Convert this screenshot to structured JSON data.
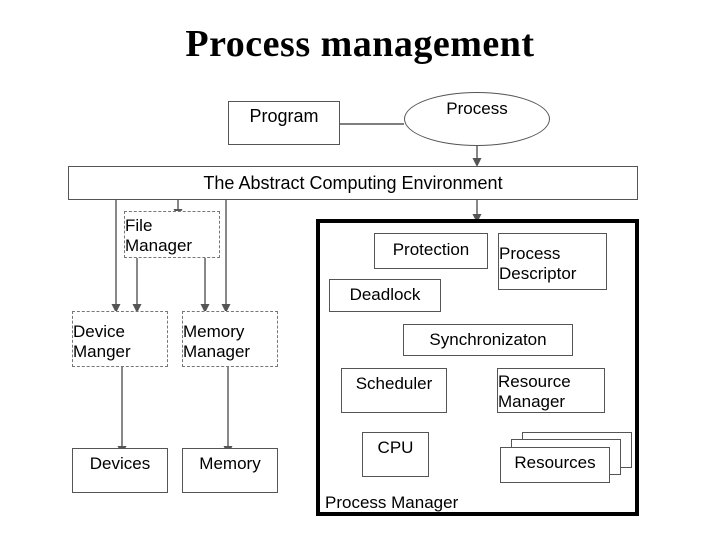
{
  "slide": {
    "title": "Process management",
    "background": "#ffffff",
    "line_color": "#555555",
    "panel_border_color": "#000000"
  },
  "nodes": {
    "program": {
      "label": "Program",
      "shape": "rectangle",
      "border": "solid"
    },
    "process": {
      "label": "Process",
      "shape": "ellipse",
      "border": "solid"
    },
    "abstract_computing_environment": {
      "label": "The Abstract Computing Environment",
      "shape": "rectangle",
      "border": "solid"
    },
    "file_manager": {
      "label": "File\nManager",
      "line1": "File",
      "line2": "Manager",
      "shape": "rectangle",
      "border": "dash-dot"
    },
    "device_manager": {
      "label": "Device\nManger",
      "line1": "Device",
      "line2": "Manger",
      "shape": "rectangle",
      "border": "dash-dot"
    },
    "memory_manager": {
      "label": "Memory\nManager",
      "line1": "Memory",
      "line2": "Manager",
      "shape": "rectangle",
      "border": "dash-dot"
    },
    "devices": {
      "label": "Devices",
      "shape": "rectangle",
      "border": "solid"
    },
    "memory": {
      "label": "Memory",
      "shape": "rectangle",
      "border": "solid"
    },
    "protection": {
      "label": "Protection",
      "shape": "rectangle",
      "border": "solid"
    },
    "process_descriptor": {
      "label": "Process\nDescriptor",
      "line1": "Process",
      "line2": "Descriptor",
      "shape": "rectangle",
      "border": "solid"
    },
    "deadlock": {
      "label": "Deadlock",
      "shape": "rectangle",
      "border": "solid"
    },
    "synchronization": {
      "label": "Synchronizaton",
      "shape": "rectangle",
      "border": "solid"
    },
    "scheduler": {
      "label": "Scheduler",
      "shape": "rectangle",
      "border": "solid"
    },
    "cpu": {
      "label": "CPU",
      "shape": "rectangle",
      "border": "solid"
    },
    "resource_manager": {
      "label": "Resource\nManager",
      "line1": "Resource",
      "line2": "Manager",
      "shape": "rectangle",
      "border": "solid"
    },
    "resources": {
      "label": "Resources",
      "shape": "stacked-rectangle",
      "border": "solid",
      "stack_count": 3
    },
    "process_manager_panel": {
      "label": "Process Manager",
      "shape": "rectangle",
      "border": "thick-solid"
    }
  },
  "edges": [
    {
      "from": "program",
      "to": "process",
      "arrow": false
    },
    {
      "from": "process",
      "to": "abstract_computing_environment",
      "arrow": true
    },
    {
      "from": "abstract_computing_environment",
      "to": "file_manager",
      "arrow": true
    },
    {
      "from": "abstract_computing_environment",
      "to": "device_manager",
      "arrow": true
    },
    {
      "from": "abstract_computing_environment",
      "to": "memory_manager",
      "arrow": true
    },
    {
      "from": "file_manager",
      "to": "device_manager",
      "arrow": true
    },
    {
      "from": "file_manager",
      "to": "memory_manager",
      "arrow": true
    },
    {
      "from": "device_manager",
      "to": "devices",
      "arrow": true
    },
    {
      "from": "memory_manager",
      "to": "memory",
      "arrow": true
    },
    {
      "from": "abstract_computing_environment",
      "to": "process_manager_panel",
      "arrow": true
    },
    {
      "from": "scheduler",
      "to": "cpu",
      "arrow": true
    },
    {
      "from": "resource_manager",
      "to": "resources",
      "arrow": true
    }
  ]
}
